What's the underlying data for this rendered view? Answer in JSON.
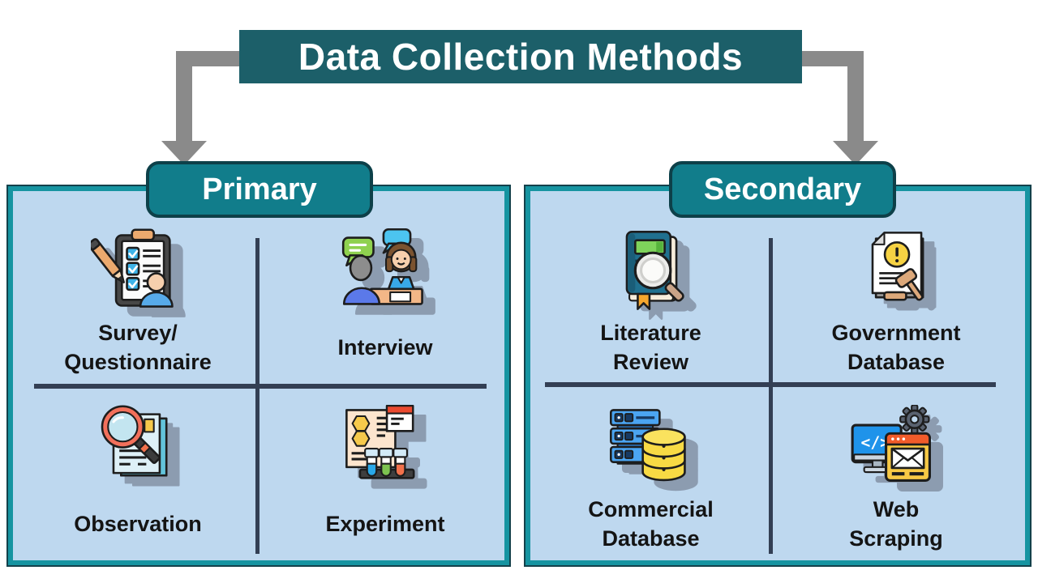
{
  "title": "Data Collection Methods",
  "colors": {
    "title_bar": "#1C5F69",
    "badge_fill": "#117D8B",
    "badge_border": "#0D4049",
    "panel_border": "#1694A1",
    "panel_bg": "#BED8EF",
    "divider": "#333F54",
    "connector_gray": "#8A8A8A",
    "icon_shadow": "#8C9CB0",
    "label_text": "#141414"
  },
  "branches": [
    {
      "label": "Primary",
      "items": [
        {
          "label": "Survey/\nQuestionnaire",
          "icon": "clipboard-survey-icon"
        },
        {
          "label": "Interview",
          "icon": "interview-people-icon"
        },
        {
          "label": "Observation",
          "icon": "magnifier-documents-icon"
        },
        {
          "label": "Experiment",
          "icon": "test-tubes-icon"
        }
      ]
    },
    {
      "label": "Secondary",
      "items": [
        {
          "label": "Literature\nReview",
          "icon": "book-magnifier-icon"
        },
        {
          "label": "Government\nDatabase",
          "icon": "document-gavel-icon"
        },
        {
          "label": "Commercial\nDatabase",
          "icon": "server-database-icon"
        },
        {
          "label": "Web\nScraping",
          "icon": "browser-code-gear-icon"
        }
      ]
    }
  ]
}
